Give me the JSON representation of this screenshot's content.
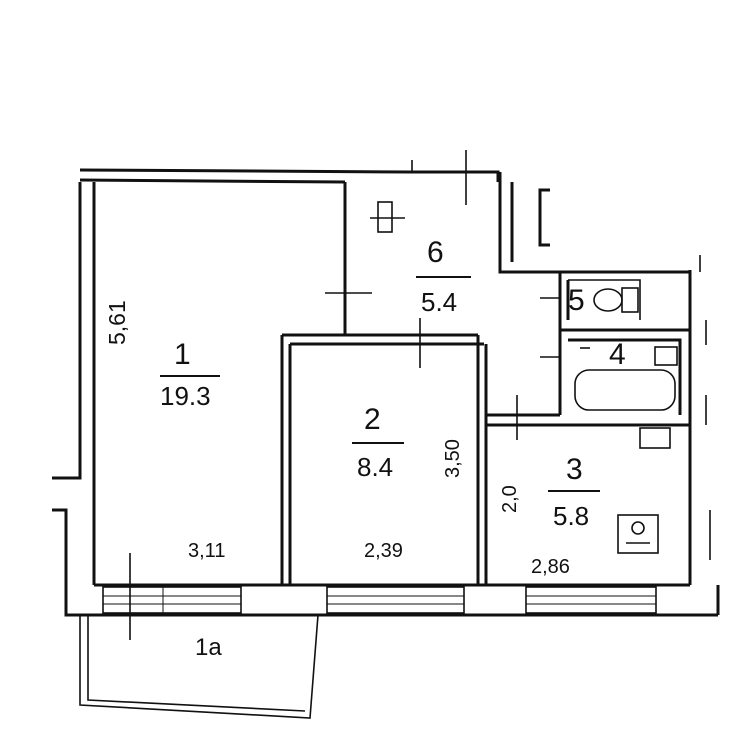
{
  "rooms": [
    {
      "id": "room-1",
      "number": "1",
      "area": "19.3"
    },
    {
      "id": "room-2",
      "number": "2",
      "area": "8.4"
    },
    {
      "id": "room-3",
      "number": "3",
      "area": "5.8"
    },
    {
      "id": "room-4",
      "number": "4"
    },
    {
      "id": "room-5",
      "number": "5"
    },
    {
      "id": "room-6",
      "number": "6",
      "area": "5.4"
    },
    {
      "id": "room-1a",
      "number": "1a"
    }
  ],
  "dimensions": {
    "room1_height": "5,61",
    "room1_width": "3,11",
    "room2_height": "3,50",
    "room2_width": "2,39",
    "room3_height": "2,0",
    "room3_width": "2,86"
  }
}
